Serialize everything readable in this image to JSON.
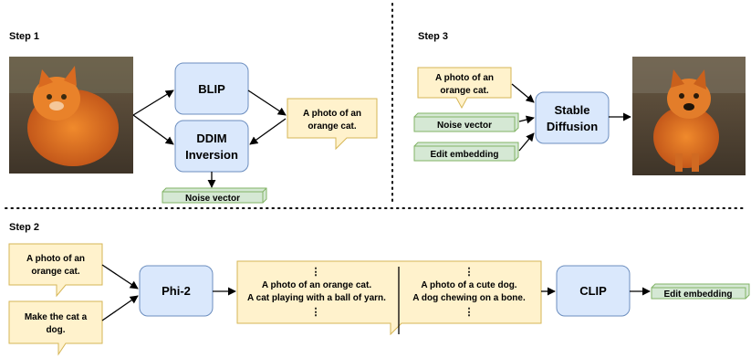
{
  "steps": {
    "step1": "Step 1",
    "step2": "Step 2",
    "step3": "Step 3"
  },
  "colors": {
    "model_fill": "#dae8fc",
    "model_stroke": "#6c8ebf",
    "caption_fill": "#fff2cc",
    "caption_stroke": "#d6b656",
    "vector_fill": "#d5e8d4",
    "vector_stroke": "#82b366",
    "photo_fill": "#c96a2a"
  },
  "step1": {
    "input_image": "orange-cat-photo",
    "blip": "BLIP",
    "ddim_line1": "DDIM",
    "ddim_line2": "Inversion",
    "caption_line1": "A photo of an",
    "caption_line2": "orange cat.",
    "noise_vector": "Noise vector"
  },
  "step2": {
    "prompt1_line1": "A photo of an",
    "prompt1_line2": "orange cat.",
    "prompt2_line1": "Make the cat a",
    "prompt2_line2": "dog.",
    "phi2": "Phi-2",
    "left_ellipsis": "⋮",
    "left_line1": "A photo of an orange cat.",
    "left_line2": "A cat playing with a ball of yarn.",
    "right_line1": "A photo of a cute dog.",
    "right_line2": "A dog chewing on a bone.",
    "clip": "CLIP",
    "edit_embedding": "Edit embedding"
  },
  "step3": {
    "caption_line1": "A photo of an",
    "caption_line2": "orange cat.",
    "noise_vector": "Noise vector",
    "edit_embedding": "Edit embedding",
    "stable_line1": "Stable",
    "stable_line2": "Diffusion",
    "output_image": "orange-dog-photo"
  }
}
